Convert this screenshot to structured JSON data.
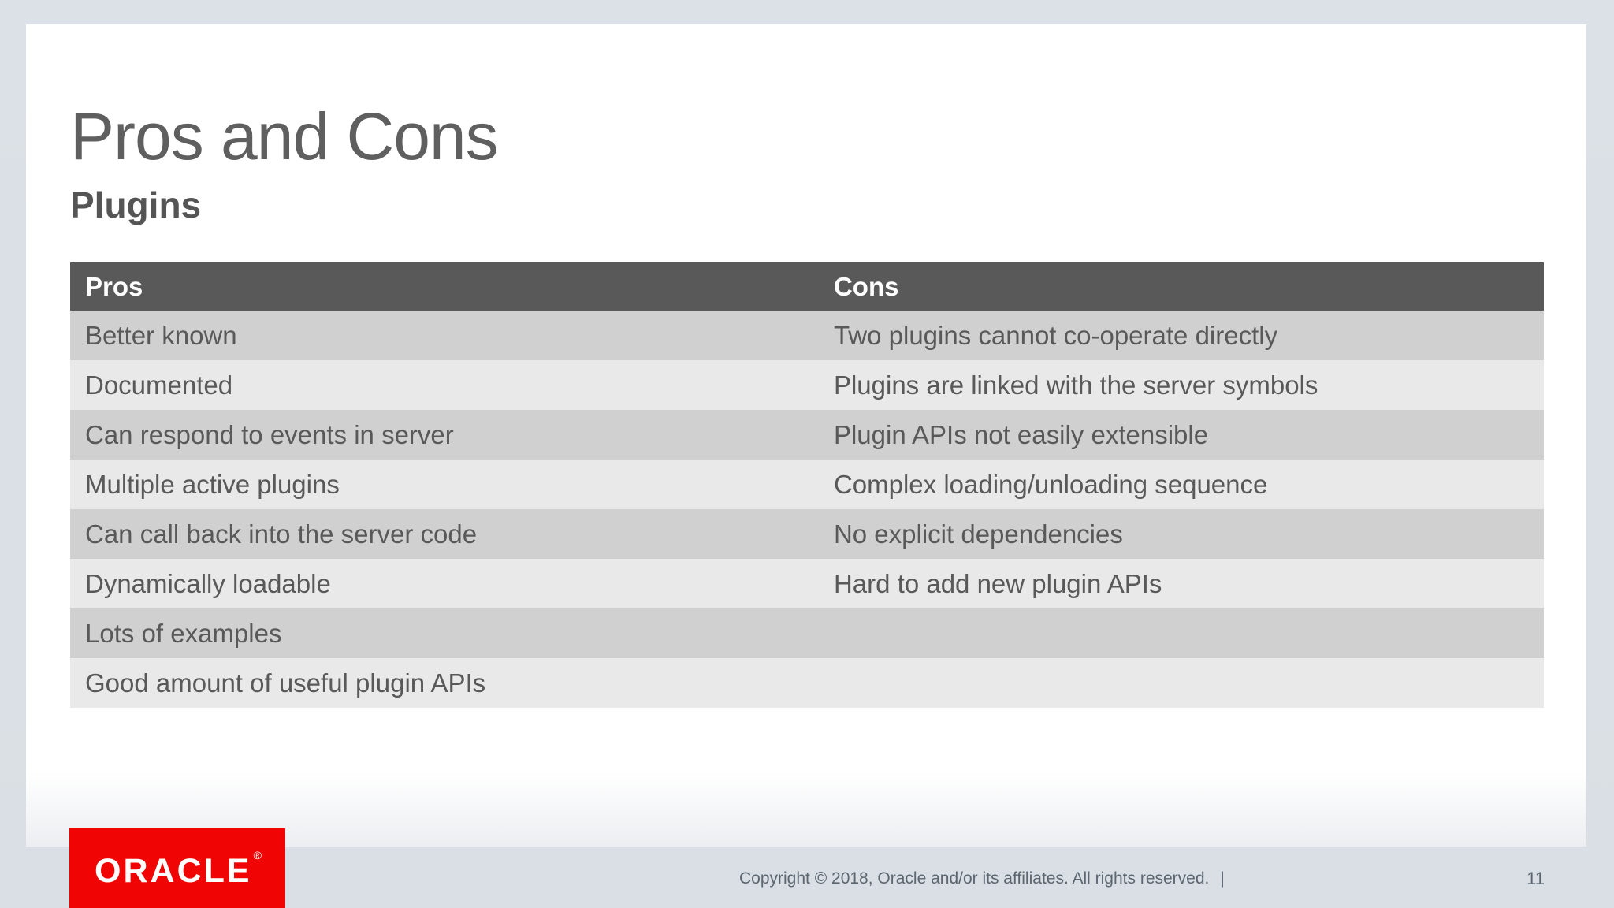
{
  "slide": {
    "title": "Pros and Cons",
    "subtitle": "Plugins",
    "page_number": "11",
    "footer": {
      "copyright": "Copyright © 2018, Oracle and/or its affiliates. All rights reserved.",
      "separator": "|"
    },
    "logo": {
      "text": "ORACLE",
      "registered_mark": "®"
    }
  },
  "table": {
    "headers": [
      "Pros",
      "Cons"
    ],
    "rows": [
      [
        "Better known",
        "Two plugins cannot co-operate directly"
      ],
      [
        "Documented",
        "Plugins are linked with the server symbols"
      ],
      [
        "Can respond to events in server",
        "Plugin APIs not easily extensible"
      ],
      [
        "Multiple active plugins",
        "Complex loading/unloading sequence"
      ],
      [
        "Can call back into the server code",
        "No explicit dependencies"
      ],
      [
        "Dynamically loadable",
        "Hard to add new plugin APIs"
      ],
      [
        "Lots of examples",
        ""
      ],
      [
        "Good amount of useful plugin APIs",
        ""
      ]
    ]
  },
  "colors": {
    "page_background": "#dbe0e6",
    "slide_background": "#ffffff",
    "table_header_bg": "#595959",
    "row_dark": "#d0d0d0",
    "row_light": "#e9e9e9",
    "body_text": "#595959",
    "title_text": "#5f5f5f",
    "footer_text": "#5c6670",
    "oracle_red": "#f00404"
  }
}
